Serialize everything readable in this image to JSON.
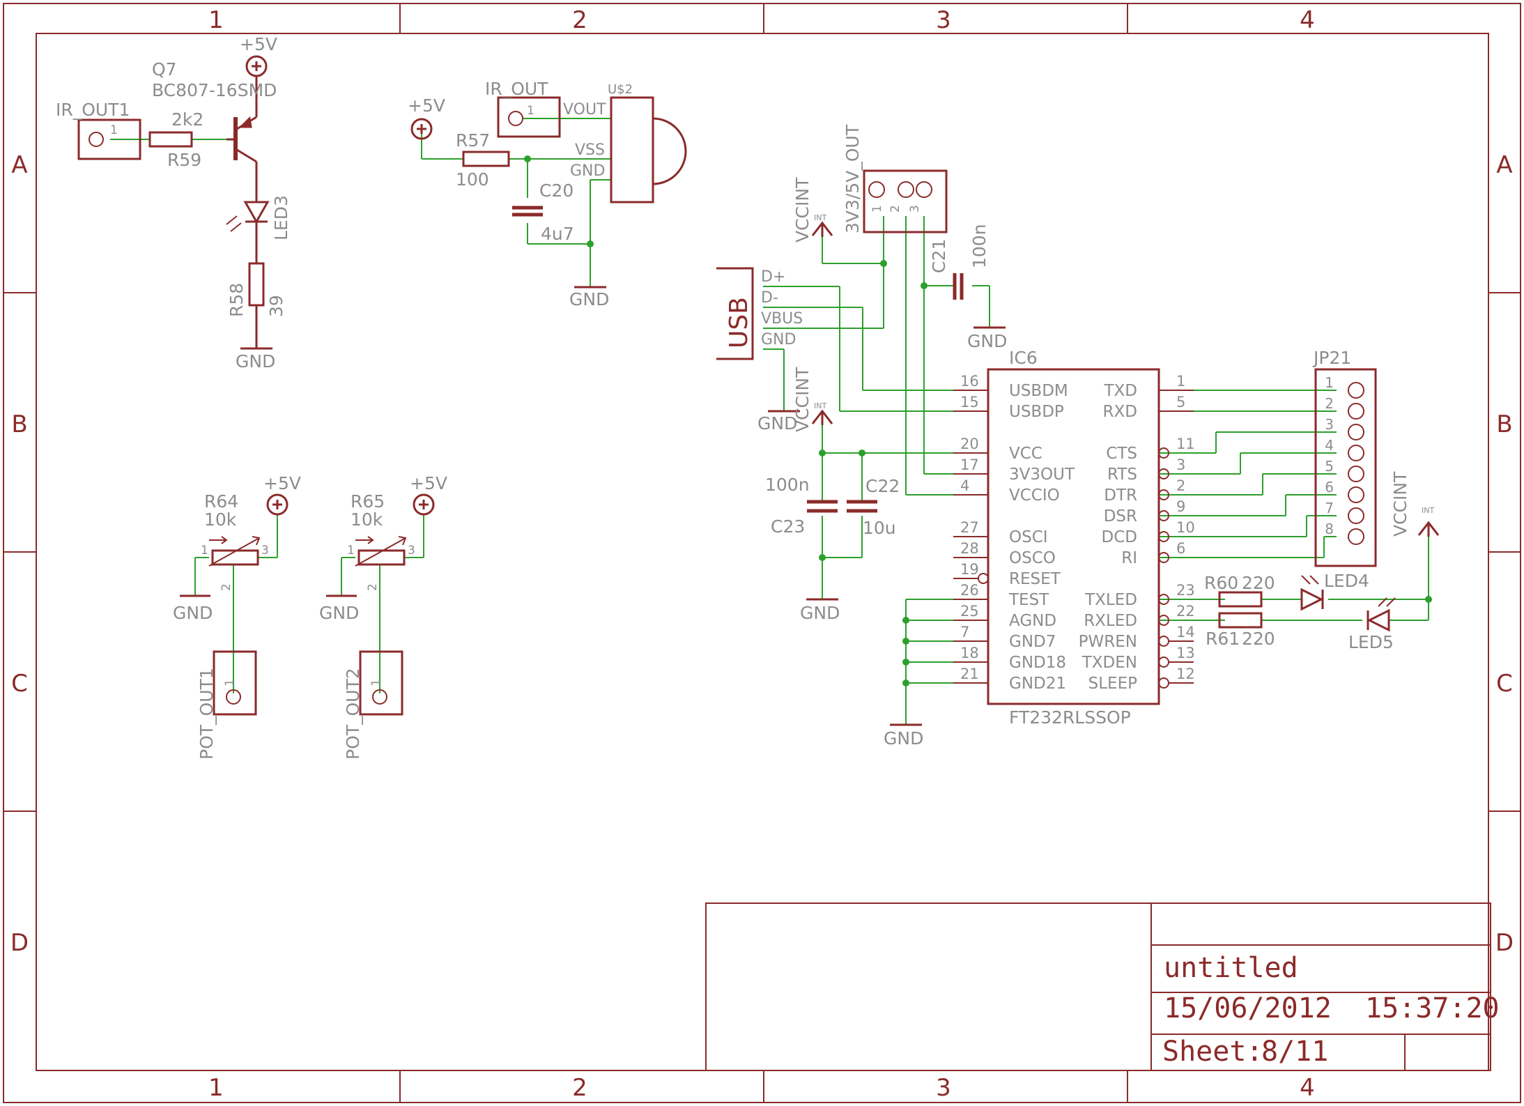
{
  "colors": {
    "symbol": "#8b2a2a",
    "wire": "#2ca02c",
    "text": "#8c8c8c",
    "background": "#ffffff"
  },
  "frame": {
    "columns": [
      "1",
      "2",
      "3",
      "4"
    ],
    "rows": [
      "A",
      "B",
      "C",
      "D"
    ]
  },
  "title_block": {
    "title": "untitled",
    "datetime": "15/06/2012  15:37:20",
    "sheet_label": "Sheet:",
    "sheet_value": "8/11"
  },
  "labels": {
    "p5v": "+5V",
    "gnd": "GND",
    "vccint": "VCCINT",
    "int": "INT",
    "q7": "Q7",
    "q7_part": "BC807-16SMD",
    "ir_out1": "IR_OUT1",
    "pin1": "1",
    "pin2": "2",
    "pin3": "3",
    "r59_val": "2k2",
    "r59": "R59",
    "led3": "LED3",
    "r58": "R58",
    "r58_val": "39",
    "ir_out": "IR_OUT",
    "us2": "U$2",
    "vout": "VOUT",
    "vss": "VSS",
    "r57": "R57",
    "r57_val": "100",
    "c20": "C20",
    "c20_val": "4u7",
    "header_3v3": "3V3/5V_OUT",
    "c21": "C21",
    "c21_val": "100n",
    "usb": "USB",
    "usb_dp": "D+",
    "usb_dm": "D-",
    "usb_vbus": "VBUS",
    "usb_gnd": "GND",
    "ic6": "IC6",
    "ic6_part": "FT232RLSSOP",
    "c23": "C23",
    "c23_val": "100n",
    "c22": "C22",
    "c22_val": "10u",
    "jp21": "JP21",
    "r60": "R60",
    "r60_val": "220",
    "r61": "R61",
    "r61_val": "220",
    "led4": "LED4",
    "led5": "LED5",
    "r64": "R64",
    "r64_val": "10k",
    "r65": "R65",
    "r65_val": "10k",
    "pot_out1": "POT_OUT1",
    "pot_out2": "POT_OUT2"
  },
  "ic6_left_pins": [
    {
      "num": "16",
      "name": "USBDM"
    },
    {
      "num": "15",
      "name": "USBDP"
    },
    {
      "num": "20",
      "name": "VCC"
    },
    {
      "num": "17",
      "name": "3V3OUT"
    },
    {
      "num": "4",
      "name": "VCCIO"
    },
    {
      "num": "27",
      "name": "OSCI"
    },
    {
      "num": "28",
      "name": "OSCO"
    },
    {
      "num": "19",
      "name": "RESET"
    },
    {
      "num": "26",
      "name": "TEST"
    },
    {
      "num": "25",
      "name": "AGND"
    },
    {
      "num": "7",
      "name": "GND7"
    },
    {
      "num": "18",
      "name": "GND18"
    },
    {
      "num": "21",
      "name": "GND21"
    }
  ],
  "ic6_right_pins": [
    {
      "num": "1",
      "name": "TXD"
    },
    {
      "num": "5",
      "name": "RXD"
    },
    {
      "num": "11",
      "name": "CTS"
    },
    {
      "num": "3",
      "name": "RTS"
    },
    {
      "num": "2",
      "name": "DTR"
    },
    {
      "num": "9",
      "name": "DSR"
    },
    {
      "num": "10",
      "name": "DCD"
    },
    {
      "num": "6",
      "name": "RI"
    },
    {
      "num": "23",
      "name": "TXLED"
    },
    {
      "num": "22",
      "name": "RXLED"
    },
    {
      "num": "14",
      "name": "PWREN"
    },
    {
      "num": "13",
      "name": "TXDEN"
    },
    {
      "num": "12",
      "name": "SLEEP"
    }
  ],
  "jp21_pins": [
    "1",
    "2",
    "3",
    "4",
    "5",
    "6",
    "7",
    "8"
  ]
}
